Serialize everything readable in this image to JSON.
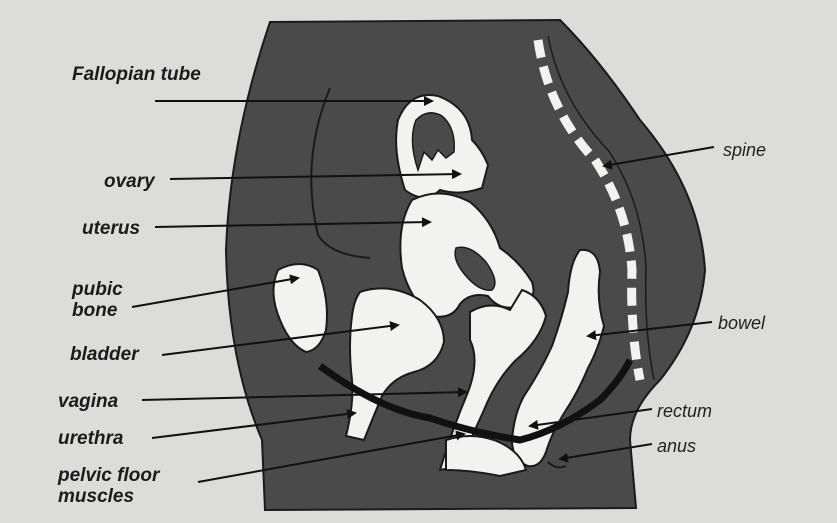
{
  "labels": {
    "fallopian_tube": "Fallopian tube",
    "ovary": "ovary",
    "uterus": "uterus",
    "pubic_bone": "pubic bone",
    "bladder": "bladder",
    "vagina": "vagina",
    "urethra": "urethra",
    "pelvic_floor_muscles": "pelvic floor muscles",
    "spine": "spine",
    "bowel": "bowel",
    "rectum": "rectum",
    "anus": "anus"
  },
  "colors": {
    "body_fill": "#4a4a4a",
    "organ_fill": "#f2f2f0",
    "background": "#d9d9d7",
    "outline": "#1a1a1a"
  }
}
